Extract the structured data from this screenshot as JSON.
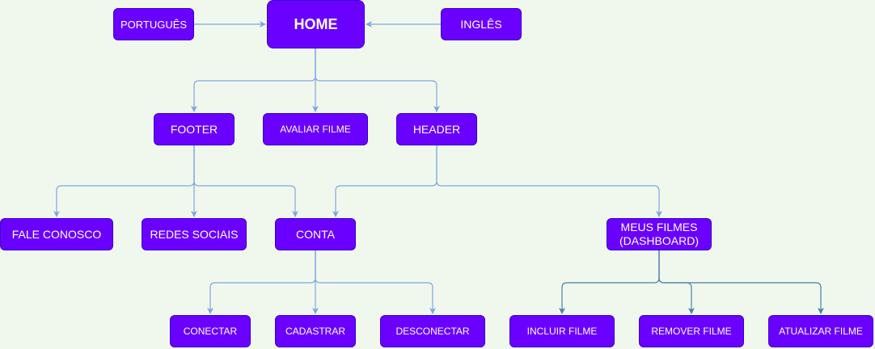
{
  "nodes": {
    "portugues": "PORTUGUÊS",
    "home": "HOME",
    "ingles": "INGLÊS",
    "footer": "FOOTER",
    "avaliar_filme": "AVALIAR FILME",
    "header": "HEADER",
    "fale_conosco": "FALE CONOSCO",
    "redes_sociais": "REDES SOCIAIS",
    "conta": "CONTA",
    "meus_filmes": "MEUS FILMES\n(DASHBOARD)",
    "conectar": "CONECTAR",
    "cadastrar": "CADASTRAR",
    "desconectar": "DESCONECTAR",
    "incluir_filme": "INCLUIR FILME",
    "remover_filme": "REMOVER FILME",
    "atualizar_filme": "ATUALIZAR FILME"
  },
  "colors": {
    "node_fill": "#6a00ff",
    "node_border": "#3700cc",
    "edge_light": "#7ea6e0",
    "edge_dark": "#4a7fa8",
    "background": "#f0f8ee"
  }
}
